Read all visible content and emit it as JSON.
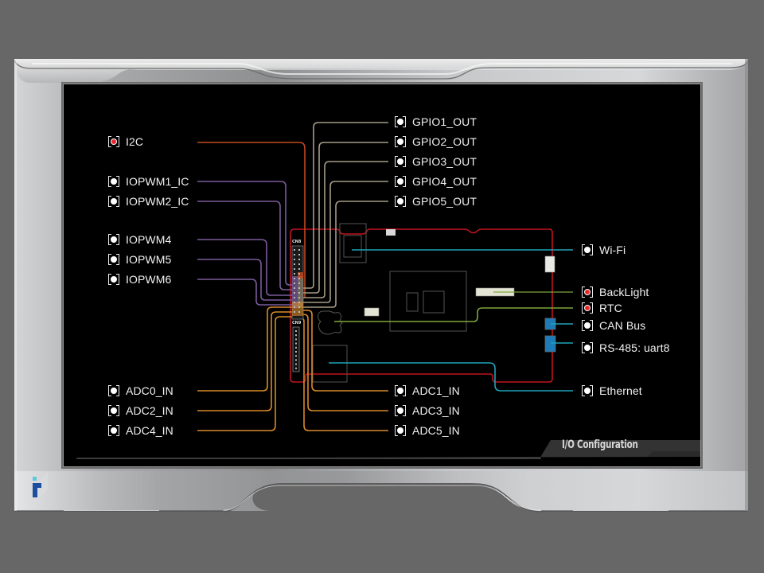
{
  "screen_title": "I/O Configuration",
  "colors": {
    "background": "#676767",
    "screen": "#000000",
    "board_outline": "#c0141e",
    "active_led": "#e8262e",
    "trace_i2c": "#c24a20",
    "trace_pwm": "#7a5a9a",
    "trace_gpio": "#a69c88",
    "trace_adc": "#d98a2a",
    "trace_network": "#1fa3b8",
    "trace_green": "#7ea63a",
    "connector_blue": "#1d7bb8",
    "logo_dark": "#1d4fa0",
    "logo_light": "#5cc8d8"
  },
  "connectors": [
    "CN8",
    "CN9"
  ],
  "left_ios": [
    {
      "label": "I2C",
      "active": true
    },
    {
      "label": "IOPWM1_IC",
      "active": false
    },
    {
      "label": "IOPWM2_IC",
      "active": false
    },
    {
      "label": "IOPWM4",
      "active": false
    },
    {
      "label": "IOPWM5",
      "active": false
    },
    {
      "label": "IOPWM6",
      "active": false
    },
    {
      "label": "ADC0_IN",
      "active": false
    },
    {
      "label": "ADC2_IN",
      "active": false
    },
    {
      "label": "ADC4_IN",
      "active": false
    }
  ],
  "center_ios": [
    {
      "label": "GPIO1_OUT",
      "active": false
    },
    {
      "label": "GPIO2_OUT",
      "active": false
    },
    {
      "label": "GPIO3_OUT",
      "active": false
    },
    {
      "label": "GPIO4_OUT",
      "active": false
    },
    {
      "label": "GPIO5_OUT",
      "active": false
    },
    {
      "label": "ADC1_IN",
      "active": false
    },
    {
      "label": "ADC3_IN",
      "active": false
    },
    {
      "label": "ADC5_IN",
      "active": false
    }
  ],
  "right_ios": [
    {
      "label": "Wi-Fi",
      "active": false
    },
    {
      "label": "BackLight",
      "active": true
    },
    {
      "label": "RTC",
      "active": true
    },
    {
      "label": "CAN Bus",
      "active": false
    },
    {
      "label": "RS-485: uart8",
      "active": false
    },
    {
      "label": "Ethernet",
      "active": false
    }
  ]
}
